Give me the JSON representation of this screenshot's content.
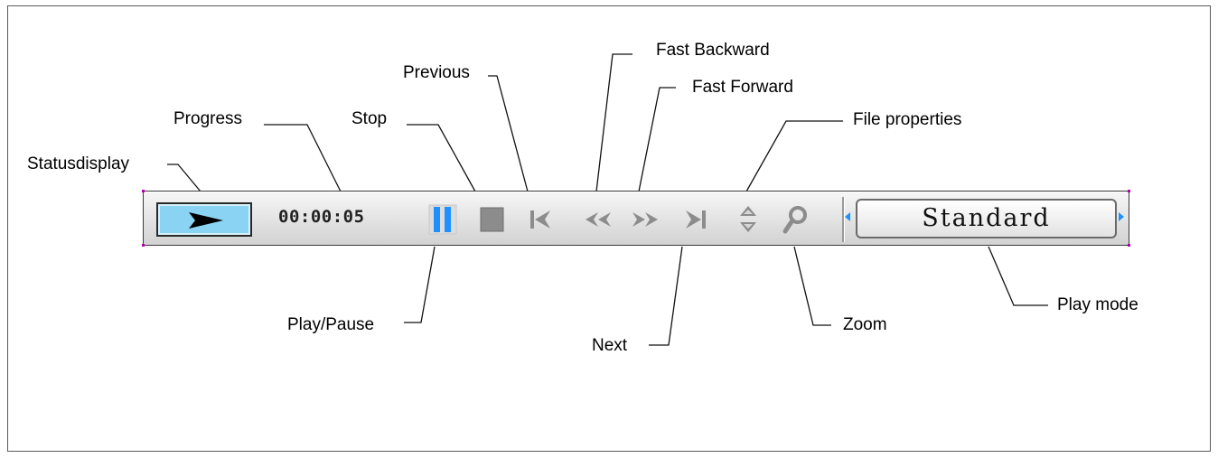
{
  "labels": {
    "status_display": "Statusdisplay",
    "progress": "Progress",
    "stop": "Stop",
    "previous": "Previous",
    "fast_backward": "Fast Backward",
    "fast_forward": "Fast Forward",
    "file_properties": "File properties",
    "play_pause": "Play/Pause",
    "next": "Next",
    "zoom": "Zoom",
    "play_mode": "Play mode"
  },
  "toolbar": {
    "time": "00:00:05",
    "play_mode_value": "Standard",
    "colors": {
      "status_fill": "#8bd3f2",
      "pause_bars": "#1e90ff",
      "icon_gray": "#8c8c8c",
      "scroll_arrow": "#1e90ff"
    },
    "icons": [
      "play-icon",
      "pause-icon",
      "stop-icon",
      "previous-icon",
      "fast-backward-icon",
      "fast-forward-icon",
      "next-icon",
      "file-properties-icon",
      "zoom-icon"
    ]
  }
}
